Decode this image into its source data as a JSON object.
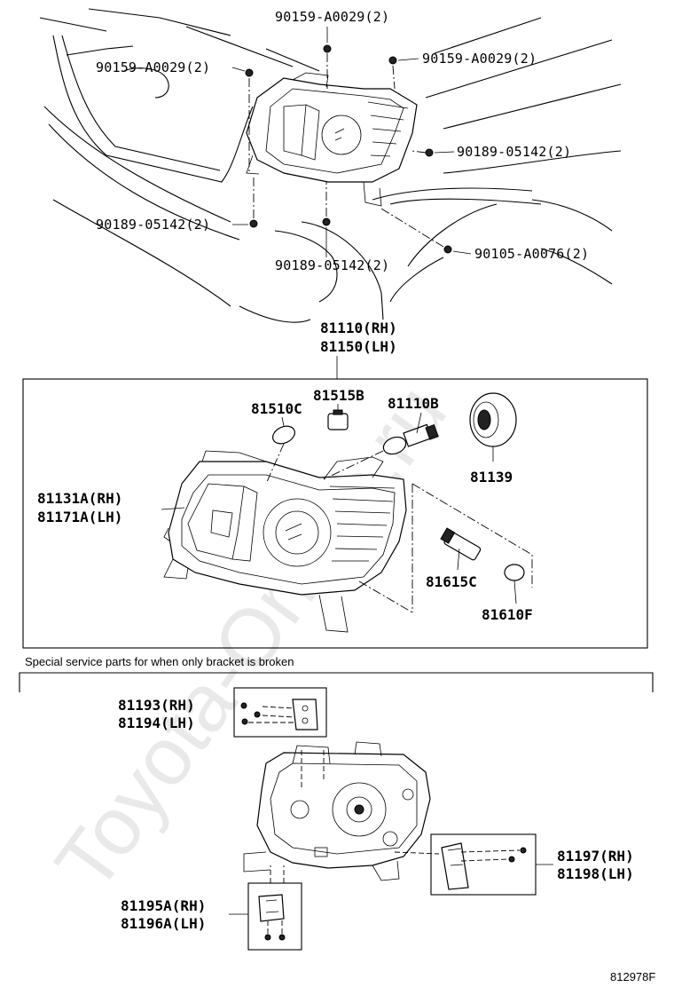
{
  "watermark": "Toyota-Online.ru",
  "top_labels": {
    "bolt_top_center": "90159-A0029(2)",
    "bolt_top_left": "90159-A0029(2)",
    "bolt_top_right": "90159-A0029(2)",
    "screw_right": "90189-05142(2)",
    "screw_left": "90189-05142(2)",
    "screw_bottom": "90189-05142(2)",
    "bolt_lower_right": "90105-A0076(2)"
  },
  "assembly": {
    "rh": "81110(RH)",
    "lh": "81150(LH)"
  },
  "middle_labels": {
    "bulb_small": "81510C",
    "socket": "81515B",
    "bulb_main": "81110B",
    "cap": "81139",
    "housing_rh": "81131A(RH)",
    "housing_lh": "81171A(LH)",
    "turn_socket": "81615C",
    "turn_bulb": "81610F"
  },
  "service_note": "Special service parts for when only bracket is broken",
  "lower_labels": {
    "bracket_top_rh": "81193(RH)",
    "bracket_top_lh": "81194(LH)",
    "bracket_right_rh": "81197(RH)",
    "bracket_right_lh": "81198(LH)",
    "bracket_left_rh": "81195A(RH)",
    "bracket_left_lh": "81196A(LH)"
  },
  "diagram_code": "812978F"
}
